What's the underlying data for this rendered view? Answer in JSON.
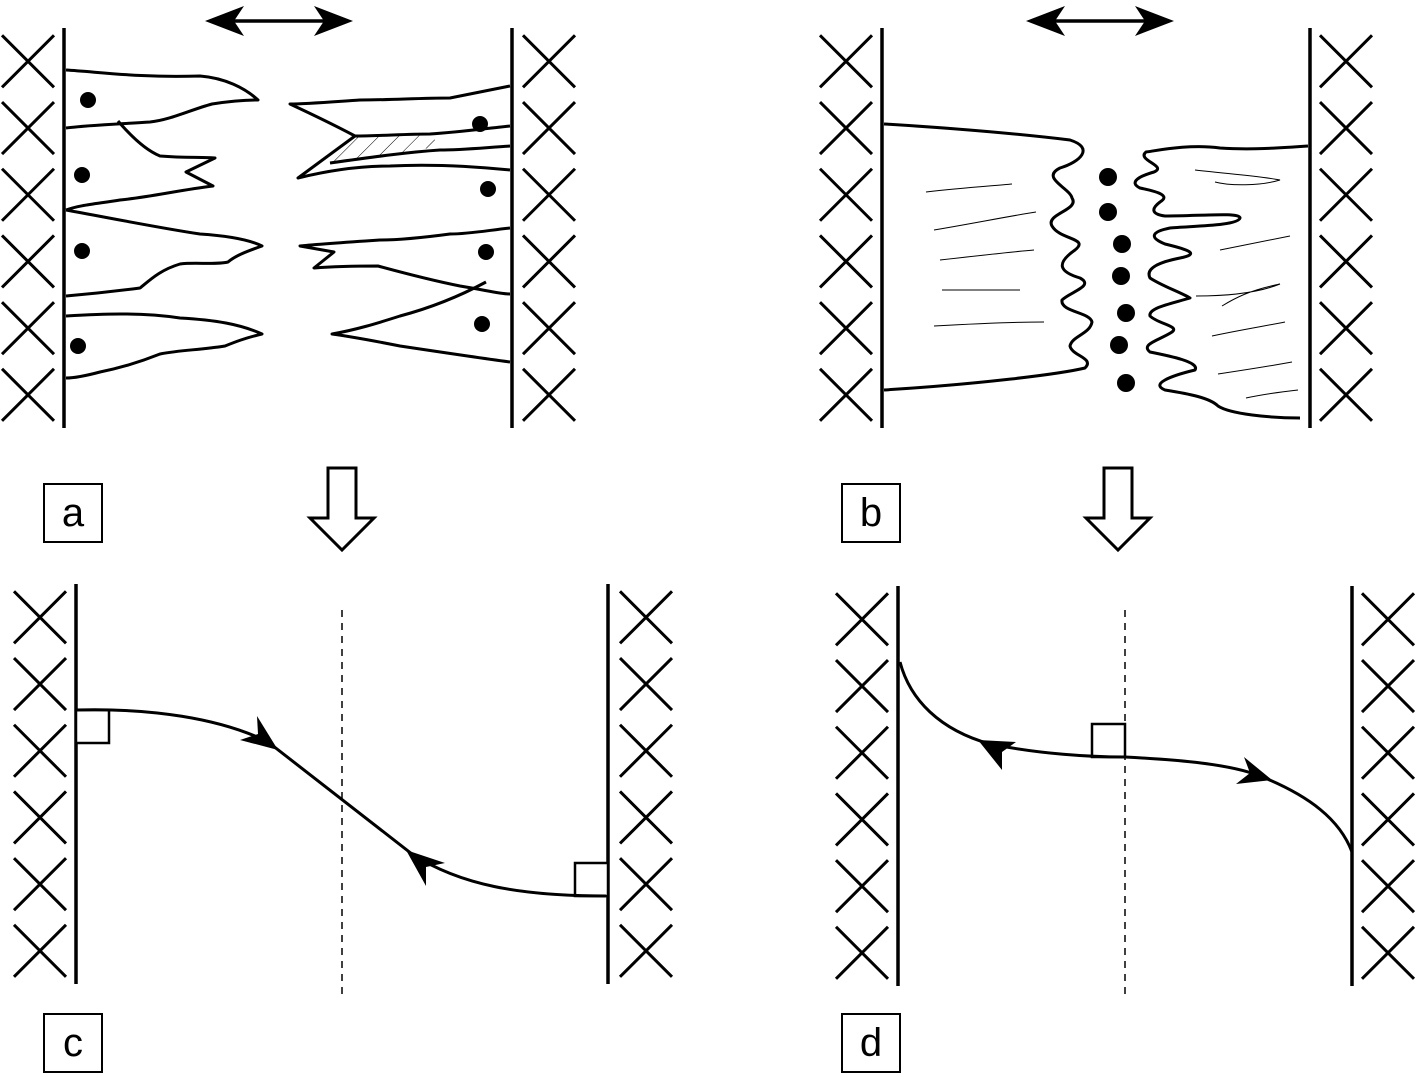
{
  "panels": {
    "a": {
      "label": "a"
    },
    "b": {
      "label": "b"
    },
    "c": {
      "label": "c"
    },
    "d": {
      "label": "d"
    }
  },
  "colors": {
    "ink": "#000000",
    "background": "#ffffff"
  },
  "icons": [
    "double-headed-arrow",
    "hollow-down-arrow",
    "x-mark",
    "right-angle-marker",
    "arrowhead"
  ]
}
